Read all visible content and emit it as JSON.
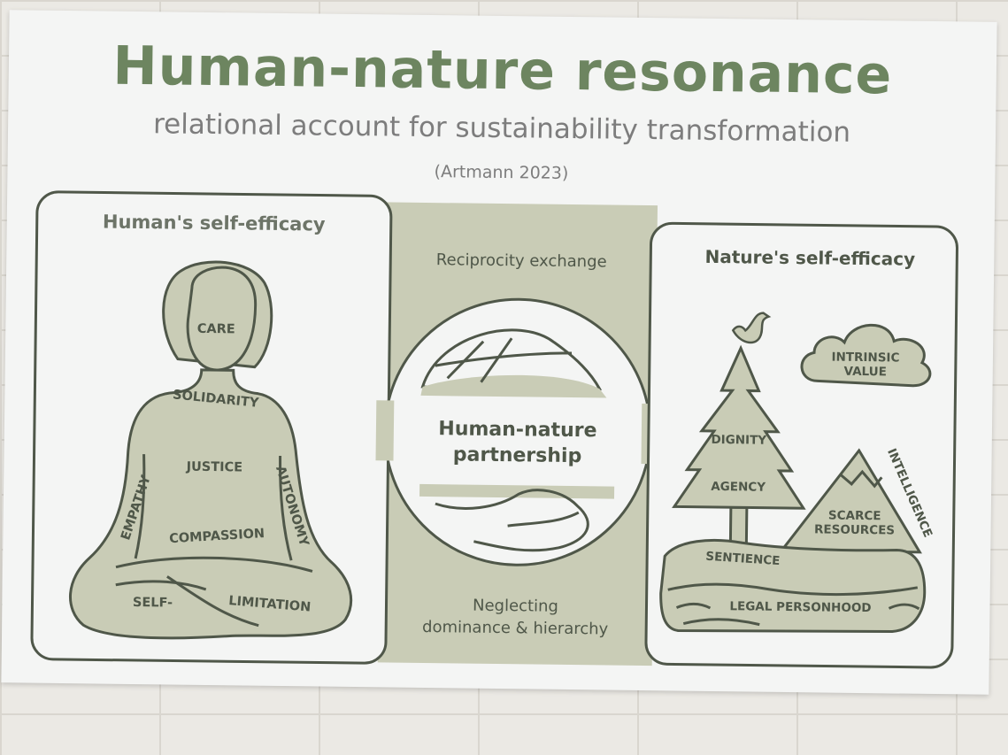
{
  "header": {
    "title": "Human-nature resonance",
    "subtitle": "relational account for sustainability transformation",
    "citation": "(Artmann 2023)"
  },
  "left_panel": {
    "title": "Human's self-efficacy",
    "labels": {
      "care": "CARE",
      "solidarity": "SOLIDARITY",
      "justice": "JUSTICE",
      "empathy": "EMPATHY",
      "autonomy": "AUTONOMY",
      "compassion": "COMPASSION",
      "self": "SELF-",
      "limitation": "LIMITATION"
    }
  },
  "center": {
    "top_label": "Reciprocity exchange",
    "partnership_line1": "Human-nature",
    "partnership_line2": "partnership",
    "bottom_line1": "Neglecting",
    "bottom_line2": "dominance & hierarchy"
  },
  "right_panel": {
    "title": "Nature's self-efficacy",
    "labels": {
      "intrinsic1": "INTRINSIC",
      "intrinsic2": "VALUE",
      "dignity": "DIGNITY",
      "agency": "AGENCY",
      "intelligence": "INTELLIGENCE",
      "scarce1": "SCARCE",
      "scarce2": "RESOURCES",
      "sentience": "SENTIENCE",
      "legal": "LEGAL PERSONHOOD"
    }
  },
  "colors": {
    "green_title": "#6d8560",
    "fill": "#c9ccb6",
    "stroke": "#4f5749",
    "text_grey": "#7d7d7d"
  }
}
